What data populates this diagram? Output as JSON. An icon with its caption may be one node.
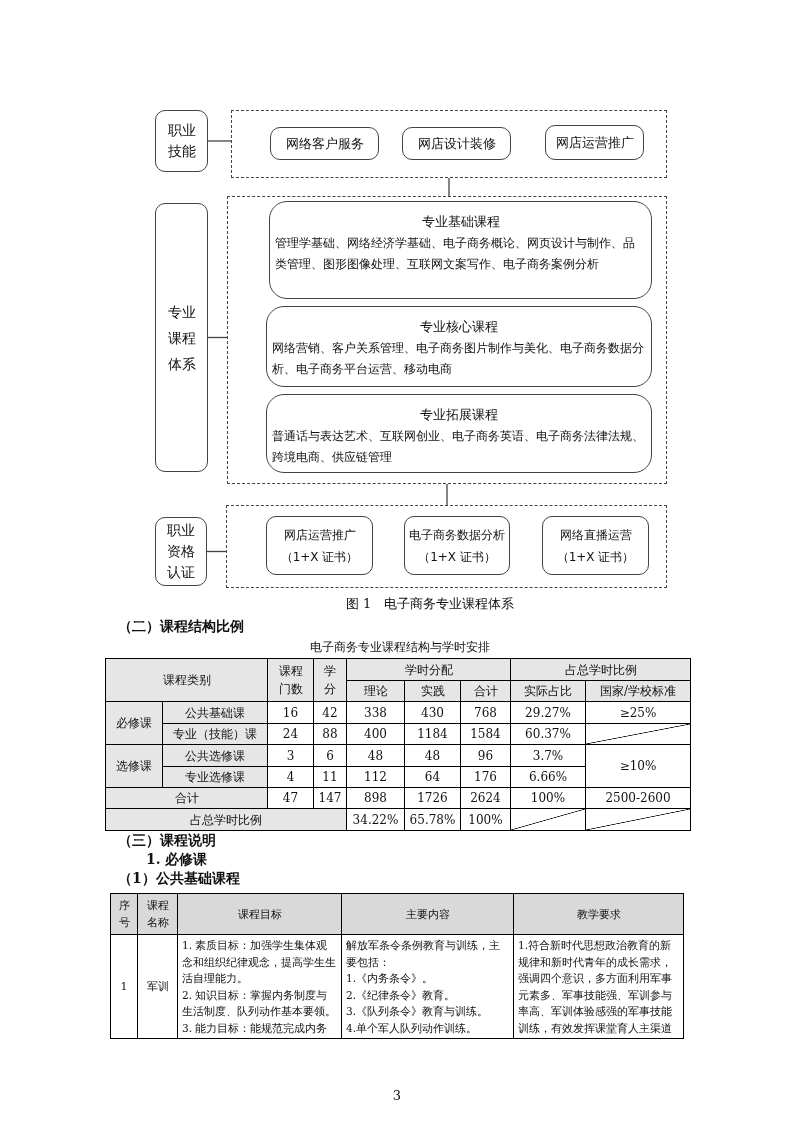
{
  "diagram": {
    "caption": "图 1　电子商务专业课程体系",
    "nodes": [
      {
        "text": [
          "职业技能"
        ]
      },
      {
        "text": [],
        "shape": "box"
      },
      {
        "text": [
          "网络客户服务"
        ],
        "in": 1
      },
      {
        "text": [
          "网店设计装修"
        ],
        "in": 1
      },
      {
        "text": [
          "网店运营推广"
        ],
        "in": 1
      },
      {
        "text": [
          "专业课程体系"
        ]
      },
      {
        "text": [],
        "shape": "box"
      },
      {
        "text": [
          "专业基础课程",
          "管理学基础、网络经济学基础、电子商务概论、网页设计与制作、品类管理、图形图像处理、互联网文案写作、电子商务案例分析"
        ],
        "in": 6
      },
      {
        "text": [
          "专业核心课程",
          "网络营销、客户关系管理、电子商务图片制作与美化、电子商务数据分析、电子商务平台运营、移动电商"
        ],
        "in": 6
      },
      {
        "text": [
          "专业拓展课程",
          "普通话与表达艺术、互联网创业、电子商务英语、电子商务法律法规、跨境电商、供应链管理"
        ],
        "in": 6
      },
      {
        "text": [
          "职业资格认证"
        ]
      },
      {
        "text": [],
        "shape": "box"
      },
      {
        "text": [
          "网店运营推广（1+X 证书）"
        ],
        "in": 11
      },
      {
        "text": [
          "电子商务数据分析（1+X 证书）"
        ],
        "in": 11
      },
      {
        "text": [
          "网络直播运营（1+X 证书）"
        ],
        "in": 11
      }
    ],
    "edges": [
      {
        "from": 0,
        "to": 1,
        "arrow": "none"
      },
      {
        "from": 1,
        "to": 6,
        "arrow": "none"
      },
      {
        "from": 5,
        "to": 6,
        "arrow": "none"
      },
      {
        "from": 6,
        "to": 11,
        "arrow": "none"
      },
      {
        "from": 10,
        "to": 11,
        "arrow": "none"
      }
    ],
    "labels": [
      "（二）课程结构比例",
      "电子商务专业课程结构与学时安排",
      "课程类别",
      "课程门数",
      "学分",
      "学时分配",
      "占总学时比例",
      "理论",
      "实践",
      "合计",
      "实际占比",
      "国家/学校标准",
      "必修课",
      "公共基础课",
      "16",
      "42",
      "338",
      "430",
      "768",
      "29.27%",
      "≥25%",
      "专业（技能）课",
      "24",
      "88",
      "400",
      "1184",
      "1584",
      "60.37%",
      "选修课",
      "公共选修课",
      "3",
      "6",
      "48",
      "48",
      "96",
      "3.7%",
      "≥10%",
      "专业选修课",
      "4",
      "11",
      "112",
      "64",
      "176",
      "6.66%",
      "合计",
      "47",
      "147",
      "898",
      "1726",
      "2624",
      "100%",
      "2500-2600",
      "占总学时比例",
      "34.22%",
      "65.78%",
      "100%",
      "（三）课程说明",
      "1. 必修课",
      "（1）公共基础课程",
      "序号",
      "课程名称",
      "课程目标",
      "主要内容",
      "教学要求",
      "1",
      "军训",
      "1. 素质目标：加强学生集体观念和组织纪律观念，提高学生生活自理能力。",
      "2. 知识目标：掌握内务制度与生活制度、队列动作基本要领。",
      "3. 能力目标：能规范完成内务整",
      "解放军条令条例教育与训练，主要包括：",
      "1.《内务条令》。",
      "2.《纪律条令》教育。",
      "3.《队列条令》教育与训练。",
      "4.单个军人队列动作训练。",
      "1.符合新时代思想政治教育的新规律和新时代青年的成长需求，强调四个意识，多方面利用军事元素多、军事技能强、军训参与率高、军训体验感强的军事技能训练，有效发挥课堂育人主渠道作用，增强",
      "3"
    ]
  }
}
